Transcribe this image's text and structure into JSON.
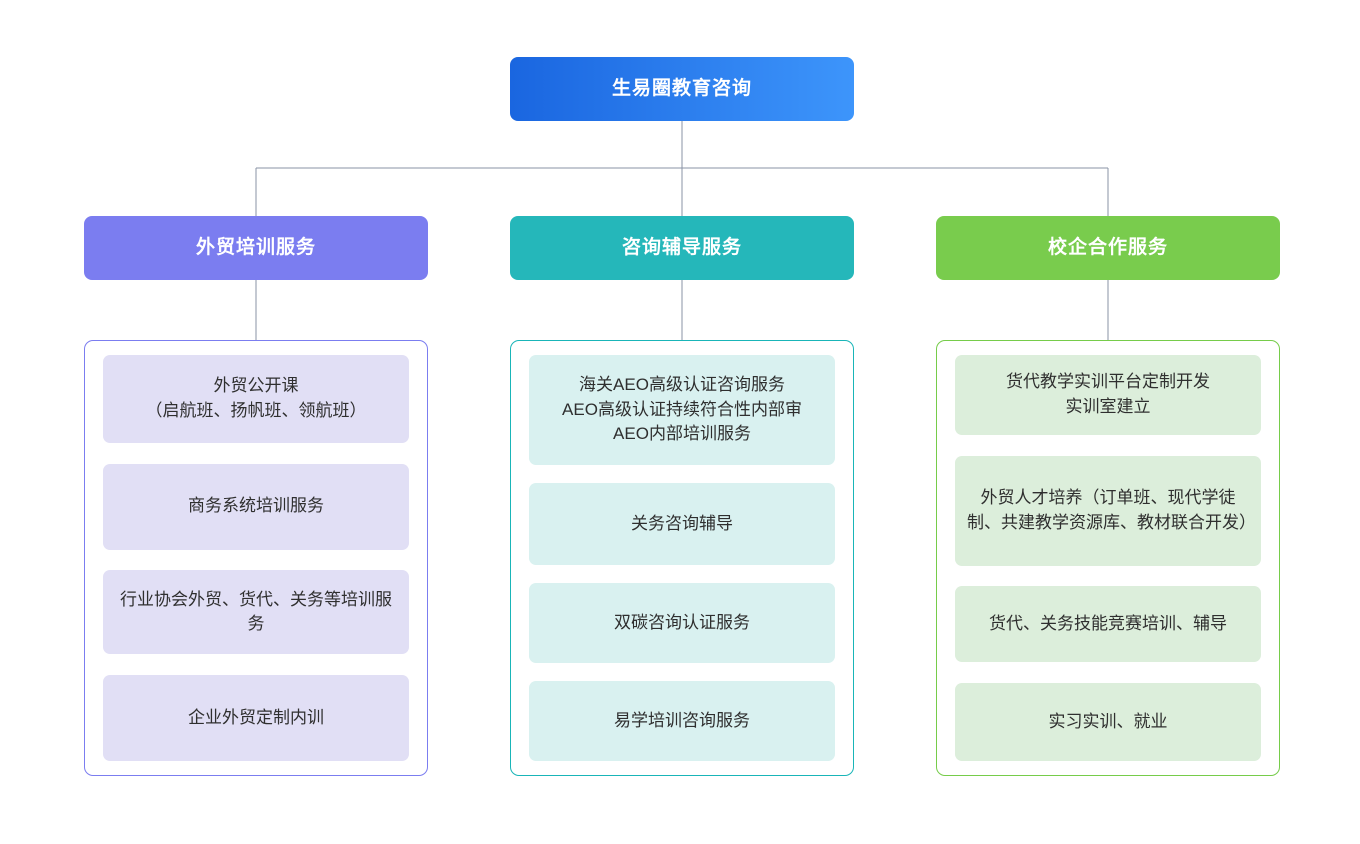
{
  "diagram": {
    "type": "organizational-hierarchy",
    "root": {
      "label": "生易圈教育咨询",
      "gradient_from": "#1a66e0",
      "gradient_to": "#3d95fb"
    },
    "connector_color": "#8a93a6",
    "branches": [
      {
        "label": "外贸培训服务",
        "header_color": "#7b7df0",
        "border_color": "#7b7df0",
        "leaf_bg": "#e1dff5",
        "leaves": [
          {
            "label": "外贸公开课\n（启航班、扬帆班、领航班）"
          },
          {
            "label": "商务系统培训服务"
          },
          {
            "label": "行业协会外贸、货代、关务等培训服务"
          },
          {
            "label": "企业外贸定制内训"
          }
        ]
      },
      {
        "label": "咨询辅导服务",
        "header_color": "#25b7ba",
        "border_color": "#19b5b8",
        "leaf_bg": "#d9f1f0",
        "leaves": [
          {
            "label": "海关AEO高级认证咨询服务\nAEO高级认证持续符合性内部审\nAEO内部培训服务"
          },
          {
            "label": "关务咨询辅导"
          },
          {
            "label": "双碳咨询认证服务"
          },
          {
            "label": "易学培训咨询服务"
          }
        ]
      },
      {
        "label": "校企合作服务",
        "header_color": "#79cc4d",
        "border_color": "#76cc4a",
        "leaf_bg": "#dceedb",
        "leaves": [
          {
            "label": "货代教学实训平台定制开发\n实训室建立"
          },
          {
            "label": "外贸人才培养（订单班、现代学徒制、共建教学资源库、教材联合开发）"
          },
          {
            "label": "货代、关务技能竞赛培训、辅导"
          },
          {
            "label": "实习实训、就业"
          }
        ]
      }
    ]
  }
}
